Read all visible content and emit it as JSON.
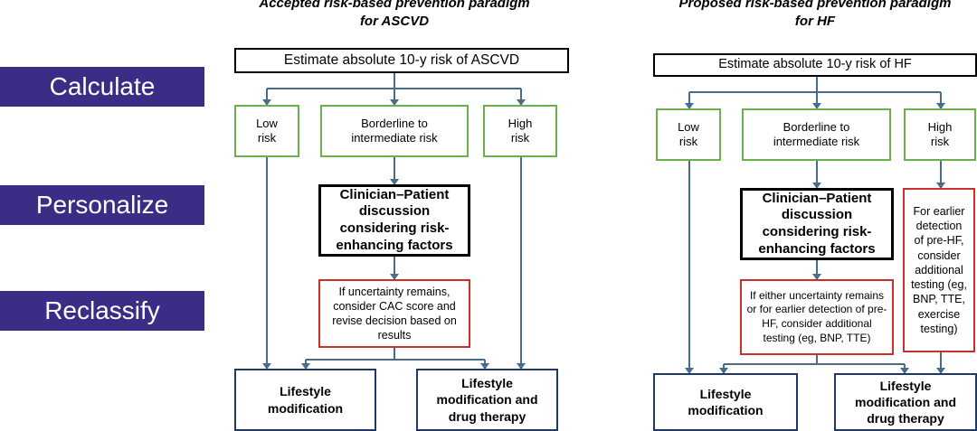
{
  "stages": [
    "Calculate",
    "Personalize",
    "Reclassify"
  ],
  "left": {
    "title_line1": "Accepted risk-based prevention paradigm",
    "title_line2": "for ASCVD",
    "estimate": "Estimate absolute 10-y risk of ASCVD",
    "low": "Low risk",
    "borderline": "Borderline to intermediate risk",
    "high": "High risk",
    "discussion": "Clinician–Patient discussion considering risk-enhancing factors",
    "reclassify": "If uncertainty remains, consider CAC score and revise decision based on results",
    "outcome_lifestyle": "Lifestyle modification",
    "outcome_drug": "Lifestyle modification and drug therapy"
  },
  "right": {
    "title_line1": "Proposed risk-based prevention paradigm",
    "title_line2": "for HF",
    "estimate": "Estimate absolute 10-y risk of HF",
    "low": "Low risk",
    "borderline": "Borderline to intermediate risk",
    "high": "High risk",
    "discussion": "Clinician–Patient discussion considering risk-enhancing factors",
    "reclassify": "If either uncertainty remains or for earlier detection of pre-HF, consider additional testing (eg, BNP, TTE)",
    "high_testing": "For earlier detection of pre-HF, consider additional testing (eg, BNP, TTE, exercise testing)",
    "outcome_lifestyle": "Lifestyle modification",
    "outcome_drug": "Lifestyle modification and drug therapy"
  },
  "colors": {
    "stage_bg": "#3b2c85",
    "risk_border": "#6ab04c",
    "testing_border": "#c9302c",
    "outcome_border": "#1f3864",
    "connector": "#4a6b8a"
  }
}
